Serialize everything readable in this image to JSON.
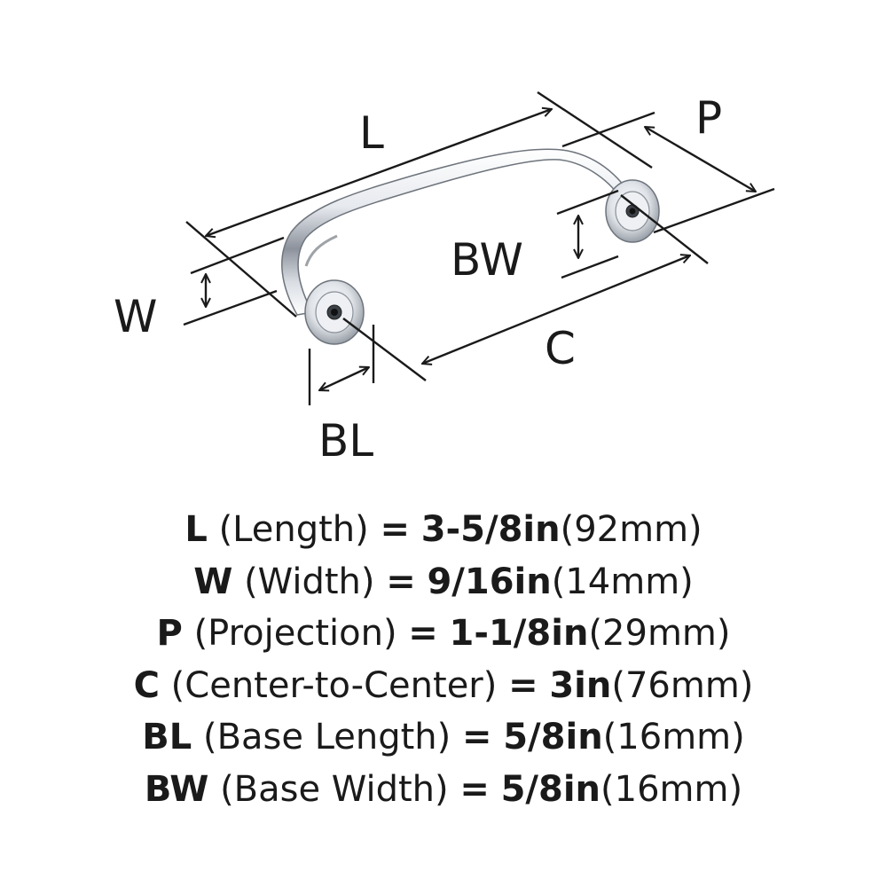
{
  "diagram": {
    "labels": {
      "L": "L",
      "P": "P",
      "W": "W",
      "BW": "BW",
      "C": "C",
      "BL": "BL"
    }
  },
  "specs": [
    {
      "key": "L",
      "name": "(Length)",
      "eq": "=",
      "imperial": "3-5/8in",
      "metric": "(92mm)"
    },
    {
      "key": "W",
      "name": "(Width)",
      "eq": "=",
      "imperial": "9/16in",
      "metric": "(14mm)"
    },
    {
      "key": "P",
      "name": "(Projection)",
      "eq": "=",
      "imperial": "1-1/8in",
      "metric": "(29mm)"
    },
    {
      "key": "C",
      "name": "(Center-to-Center)",
      "eq": "=",
      "imperial": "3in",
      "metric": "(76mm)"
    },
    {
      "key": "BL",
      "name": "(Base Length)",
      "eq": "=",
      "imperial": "5/8in",
      "metric": "(16mm)"
    },
    {
      "key": "BW",
      "name": "(Base Width)",
      "eq": "=",
      "imperial": "5/8in",
      "metric": "(16mm)"
    }
  ]
}
